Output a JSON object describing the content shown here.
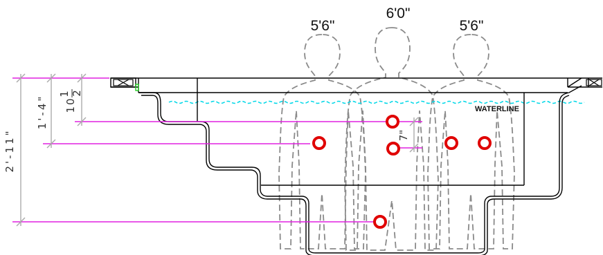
{
  "figures": {
    "left_height": "5'6\"",
    "center_height": "6'0\"",
    "right_height": "5'6\""
  },
  "waterline_label": "WATERLINE",
  "dimensions": {
    "overall": "2'-11\"",
    "upper": "1'-4\"",
    "bench": "10 1/2\"",
    "bench_whole": "10",
    "bench_num": "1",
    "bench_den": "2",
    "jet_spacing": "7\""
  },
  "colors": {
    "leader": "#e020e0",
    "jet": "#e00000",
    "water": "#00d8e8",
    "figure": "#888888",
    "dimension": "#aaaaaa",
    "outline": "#000000"
  }
}
